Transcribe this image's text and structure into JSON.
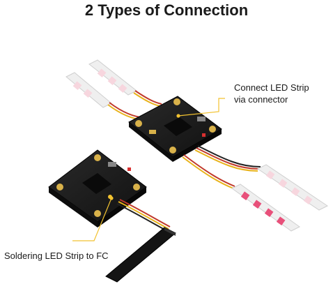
{
  "title": "2 Types of Connection",
  "labels": {
    "connector_line1": "Connect LED Strip",
    "connector_line2": "via connector",
    "solder": "Soldering LED Strip to FC"
  },
  "colors": {
    "callout": "#f2c230",
    "board": "#1b1b1b",
    "led_pcb": "#f2f2f2",
    "led_glow": "#e8507a",
    "wire_red": "#c0392b",
    "wire_yellow": "#e8b21a",
    "wire_black": "#222222"
  }
}
